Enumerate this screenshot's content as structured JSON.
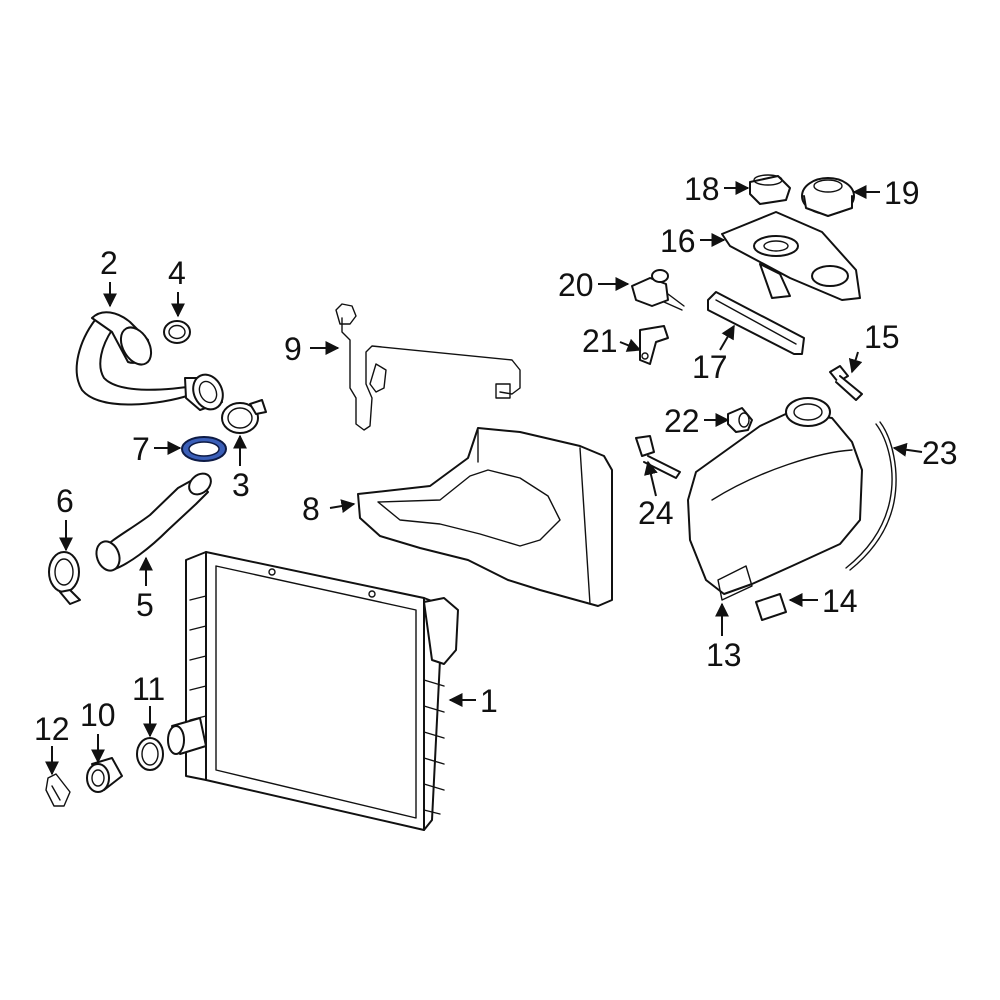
{
  "diagram": {
    "highlight_color": "#3b5fb8",
    "callouts": {
      "c1": "1",
      "c2": "2",
      "c3": "3",
      "c4": "4",
      "c5": "5",
      "c6": "6",
      "c7": "7",
      "c8": "8",
      "c9": "9",
      "c10": "10",
      "c11": "11",
      "c12": "12",
      "c13": "13",
      "c14": "14",
      "c15": "15",
      "c16": "16",
      "c17": "17",
      "c18": "18",
      "c19": "19",
      "c20": "20",
      "c21": "21",
      "c22": "22",
      "c23": "23",
      "c24": "24"
    },
    "highlighted_part": "7"
  }
}
